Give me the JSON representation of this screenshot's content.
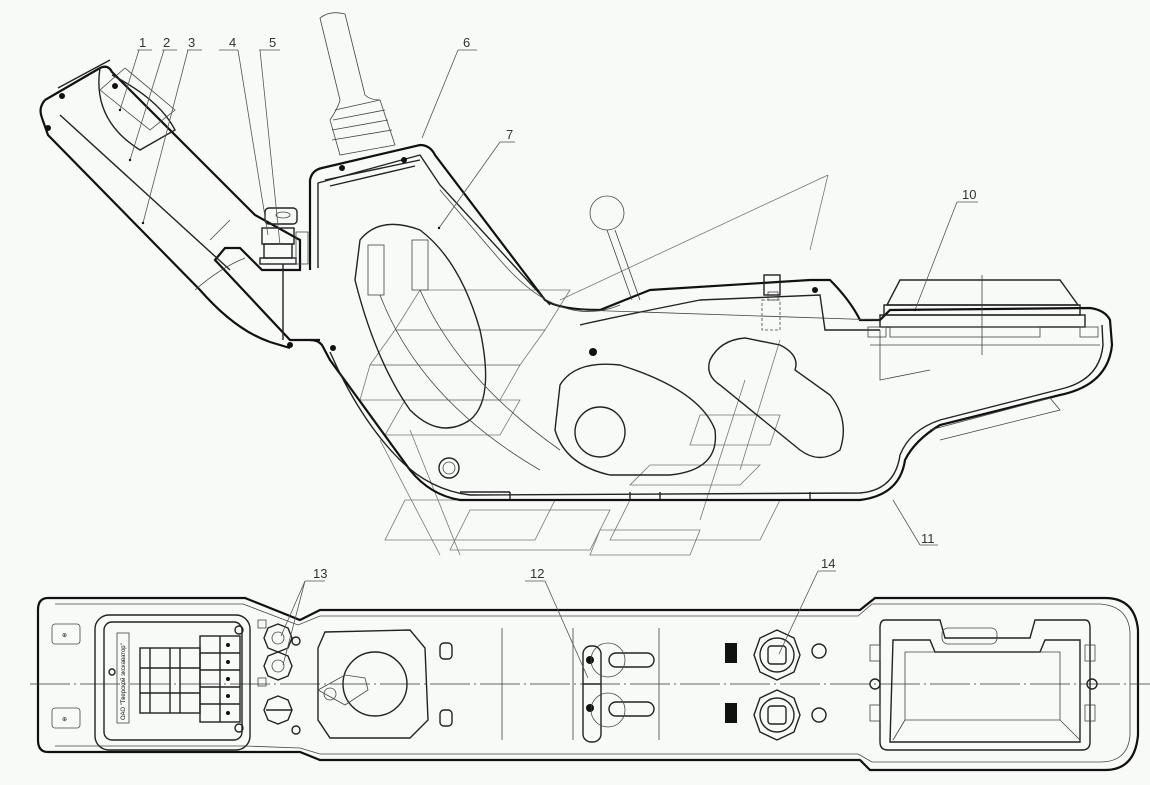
{
  "figure": {
    "title": "Control console assembly — side section and top view",
    "side_view_callouts": [
      {
        "id": "c1",
        "label": "1"
      },
      {
        "id": "c2",
        "label": "2"
      },
      {
        "id": "c3",
        "label": "3"
      },
      {
        "id": "c4",
        "label": "4"
      },
      {
        "id": "c5",
        "label": "5"
      },
      {
        "id": "c6",
        "label": "6"
      },
      {
        "id": "c7",
        "label": "7"
      },
      {
        "id": "c10",
        "label": "10"
      },
      {
        "id": "c11",
        "label": "11"
      }
    ],
    "top_view_callouts": [
      {
        "id": "c12",
        "label": "12"
      },
      {
        "id": "c13",
        "label": "13"
      },
      {
        "id": "c14",
        "label": "14"
      }
    ],
    "nameplate": {
      "text": "ОАО \"Тверской экскаватор\""
    },
    "colors": {
      "background": "#f8faf8",
      "line": "#111111",
      "hatch": "#777777"
    }
  }
}
